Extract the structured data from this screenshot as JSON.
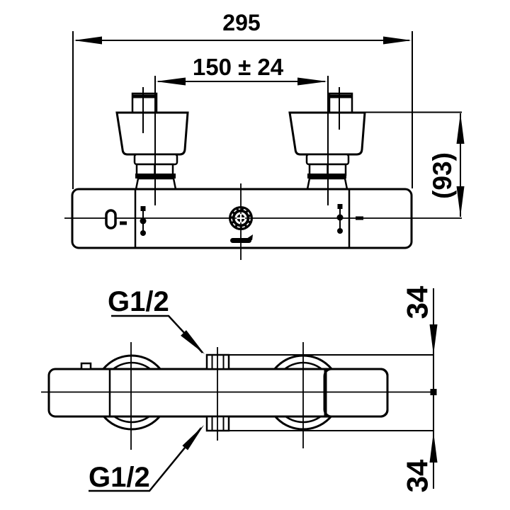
{
  "drawing": {
    "title": "shower-mixer-dimension-drawing",
    "colors": {
      "ink": "#000000",
      "paper": "#ffffff"
    },
    "front_view": {
      "width_dim": "295",
      "handle_spacing_dim": "150 ± 24",
      "height_dim": "(93)"
    },
    "plan_view": {
      "top_thread_label": "G1/2",
      "bottom_thread_label": "G1/2",
      "top_offset_dim": "34",
      "bottom_offset_dim": "34"
    }
  }
}
